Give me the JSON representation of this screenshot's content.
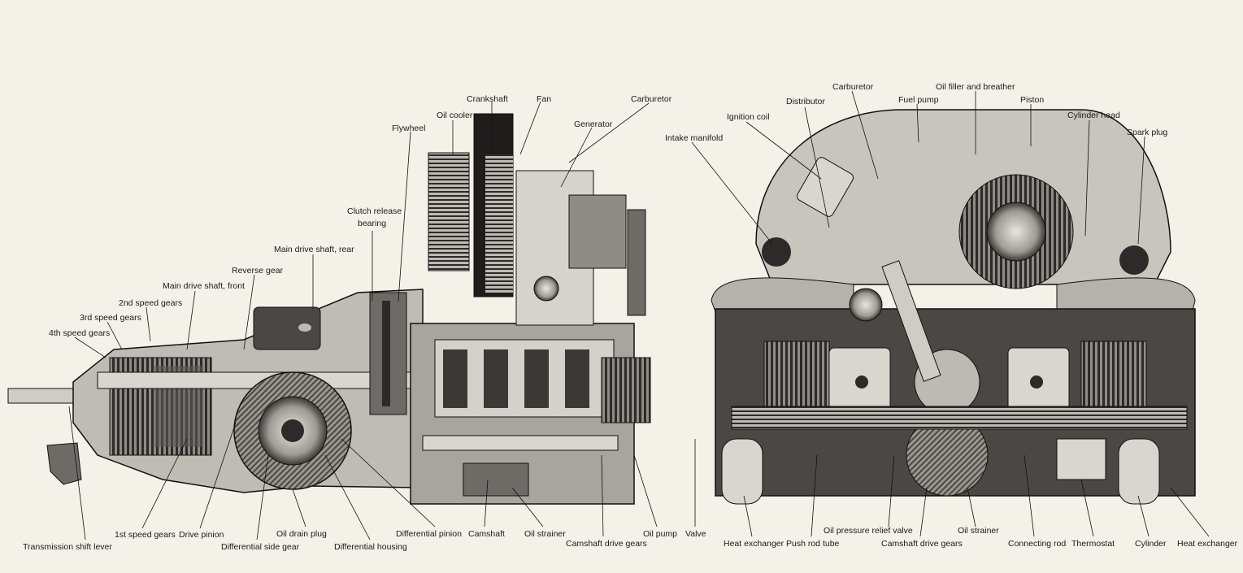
{
  "colors": {
    "paper": "#f4f1e9",
    "ink": "#111111",
    "metal_light": "#d2d0c9",
    "metal_mid": "#8e8c86",
    "metal_dark": "#3a3936"
  },
  "left_labels": {
    "crankshaft": "Crankshaft",
    "fan": "Fan",
    "carburetor": "Carburetor",
    "oil_cooler": "Oil cooler",
    "generator": "Generator",
    "flywheel": "Flywheel",
    "clutch_release_bearing_1": "Clutch release",
    "clutch_release_bearing_2": "bearing",
    "main_drive_shaft_rear": "Main drive shaft, rear",
    "reverse_gear": "Reverse gear",
    "main_drive_shaft_front": "Main drive shaft, front",
    "second_speed_gears": "2nd speed gears",
    "third_speed_gears": "3rd speed gears",
    "fourth_speed_gears": "4th speed gears",
    "first_speed_gears": "1st speed gears",
    "drive_pinion": "Drive pinion",
    "transmission_shift_lever": "Transmission shift lever",
    "differential_side_gear": "Differential side gear",
    "oil_drain_plug": "Oil drain plug",
    "differential_housing": "Differential housing",
    "differential_pinion": "Differential pinion",
    "camshaft": "Camshaft",
    "oil_strainer": "Oil strainer",
    "camshaft_drive_gears": "Camshaft drive gears",
    "oil_pump": "Oil pump"
  },
  "right_labels": {
    "carburetor": "Carburetor",
    "oil_filler_and_breather": "Oil filler and breather",
    "distributor": "Distributor",
    "fuel_pump": "Fuel pump",
    "piston": "Piston",
    "ignition_coil": "Ignition coil",
    "cylinder_head": "Cylinder head",
    "intake_manifold": "Intake manifold",
    "spark_plug": "Spark plug",
    "valve": "Valve",
    "heat_exchanger_left": "Heat exchanger",
    "push_rod_tube": "Push rod tube",
    "oil_pressure_relief_valve": "Oil pressure relief valve",
    "camshaft_drive_gears": "Camshaft drive gears",
    "oil_strainer": "Oil strainer",
    "connecting_rod": "Connecting rod",
    "thermostat": "Thermostat",
    "cylinder": "Cylinder",
    "heat_exchanger_right": "Heat exchanger"
  }
}
